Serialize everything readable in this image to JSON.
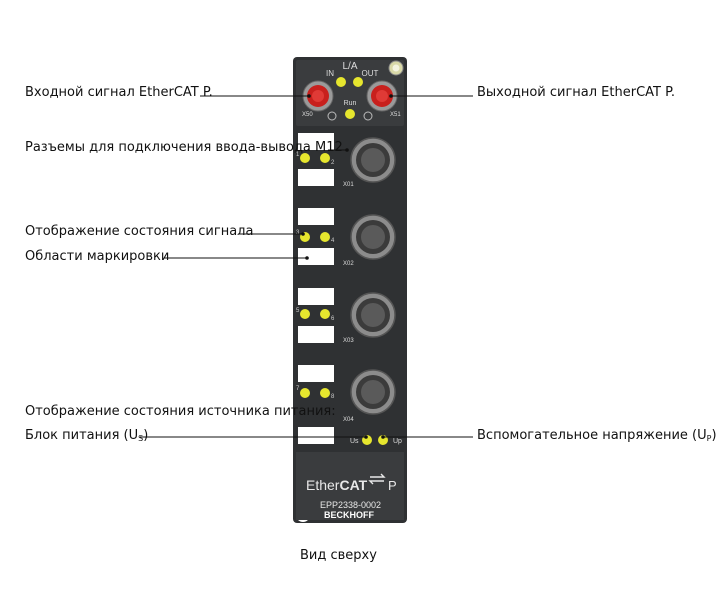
{
  "labels": {
    "ethercat_in": "Входной сигнал EtherCAT P.",
    "ethercat_out": "Выходной сигнал EtherCAT P.",
    "m12_connectors": "Разъемы для подключения ввода-вывода M12",
    "signal_status": "Отображение состояния сигнала",
    "marking_areas": "Области маркировки",
    "power_status": "Отображение состояния источника питания:",
    "power_supply_prefix": "Блок питания (U",
    "power_supply_sub": "S",
    "aux_voltage_prefix": "Вспомогательное напряжение (U",
    "aux_voltage_sub": "P"
  },
  "caption": "Вид сверху",
  "device": {
    "la": "L/A",
    "in": "IN",
    "out": "OUT",
    "run": "Run",
    "x50": "X50",
    "x51": "X51",
    "ports": [
      "X01",
      "X02",
      "X03",
      "X04"
    ],
    "channel_numbers": [
      "1",
      "2",
      "3",
      "4",
      "5",
      "6",
      "7",
      "8"
    ],
    "us": "Us",
    "up": "Up",
    "brand_left": "Ether",
    "brand_right": "CAT",
    "brand_p": "P",
    "model": "EPP2338-0002",
    "maker": "BECKHOFF"
  },
  "colors": {
    "housing": "#2f3133",
    "led": "#e6e62e",
    "connector_red": "#c8201d",
    "marker": "#ffffff"
  }
}
